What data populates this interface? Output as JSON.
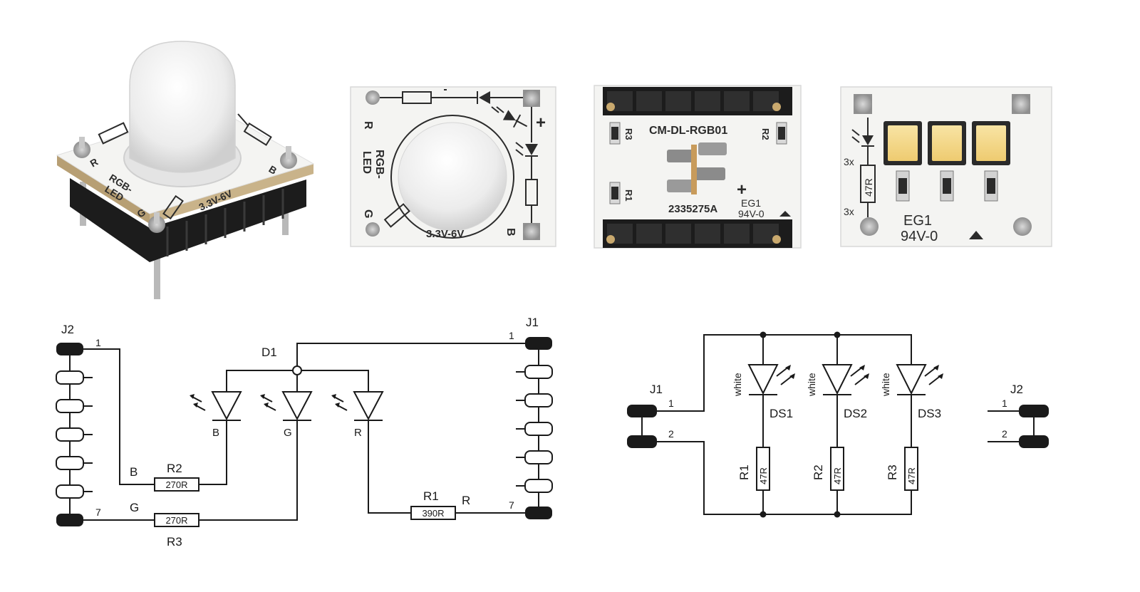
{
  "colors": {
    "ink": "#1a1a1a",
    "pcb_white": "#f4f4f2",
    "pcb_edge": "#c9b38a",
    "header_black": "#1c1c1c",
    "led_yellow": "#f3d98a"
  },
  "photo_3d": {
    "pin_r": "R",
    "pin_b": "B",
    "pin_g": "G",
    "label_line1": "RGB-",
    "label_line2": "LED",
    "voltage": "3.3V-6V"
  },
  "photo_top": {
    "pin_r": "R",
    "pin_g": "G",
    "pin_b": "B",
    "label_line1": "RGB-",
    "label_line2": "LED",
    "voltage": "3.3V-6V",
    "plus": "+"
  },
  "photo_bottom": {
    "title": "CM-DL-RGB01",
    "r3": "R3",
    "r2": "R2",
    "r1": "R1",
    "plus": "+",
    "eg": "EG1",
    "rating": "94V-0",
    "part": "2335275A"
  },
  "photo_white": {
    "qty_top": "3x",
    "res_value": "47R",
    "qty_bottom": "3x",
    "eg": "EG1",
    "rating": "94V-0"
  },
  "schematic_rgb": {
    "j2": {
      "ref": "J2",
      "pin_top": "1",
      "pin_bottom": "7"
    },
    "j1": {
      "ref": "J1",
      "pin_top": "1",
      "pin_bottom": "7"
    },
    "d1": {
      "ref": "D1",
      "b": "B",
      "g": "G",
      "r": "R"
    },
    "r2": {
      "ref": "R2",
      "value": "270R",
      "net": "B"
    },
    "r3": {
      "ref": "R3",
      "value": "270R",
      "net": "G"
    },
    "r1": {
      "ref": "R1",
      "value": "390R",
      "net": "R"
    }
  },
  "schematic_white": {
    "j1": {
      "ref": "J1",
      "pin1": "1",
      "pin2": "2"
    },
    "j2": {
      "ref": "J2",
      "pin1": "1",
      "pin2": "2"
    },
    "leds": [
      {
        "ref": "DS1",
        "color": "white"
      },
      {
        "ref": "DS2",
        "color": "white"
      },
      {
        "ref": "DS3",
        "color": "white"
      }
    ],
    "resistors": [
      {
        "ref": "R1",
        "value": "47R"
      },
      {
        "ref": "R2",
        "value": "47R"
      },
      {
        "ref": "R3",
        "value": "47R"
      }
    ]
  }
}
